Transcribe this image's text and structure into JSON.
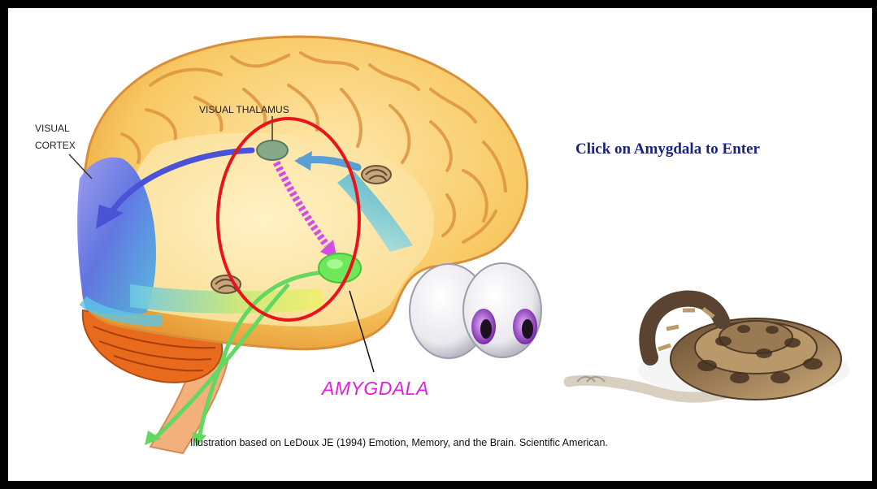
{
  "labels": {
    "visual_thalamus": "VISUAL THALAMUS",
    "visual": "VISUAL",
    "cortex": "CORTEX",
    "amygdala": "AMYGDALA"
  },
  "link": {
    "text": "Click on Amygdala to Enter"
  },
  "caption": "Illustration based on LeDoux JE (1994) Emotion, Memory, and the Brain. Scientific American.",
  "colors": {
    "highlight_circle": "#e8141c",
    "amygdala_label": "#e020e0",
    "link_text": "#1a237e",
    "brain": "#f6c35a",
    "amygdala_node": "#6ee85a",
    "thalamus_node": "#86a98a"
  }
}
